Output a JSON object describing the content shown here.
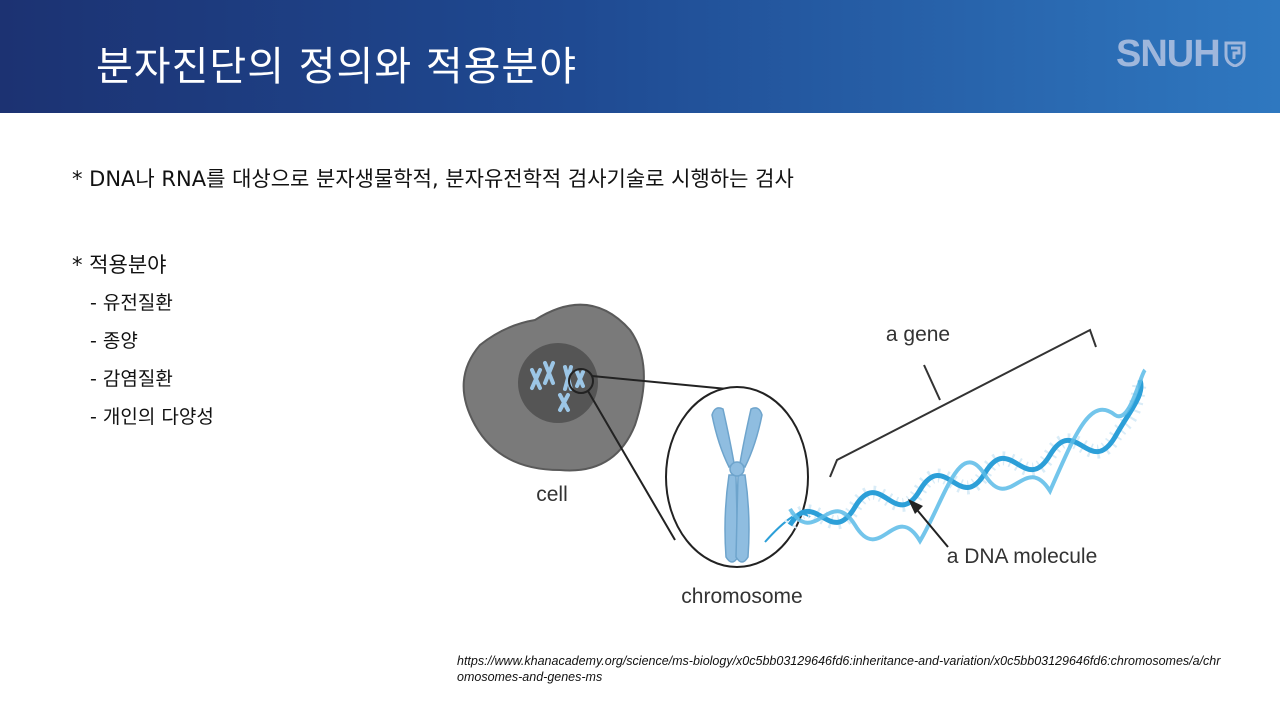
{
  "header": {
    "title": "분자진단의 정의와 적용분야",
    "logo_text": "SNUH"
  },
  "content": {
    "definition": "* DNA나 RNA를 대상으로 분자생물학적, 분자유전학적 검사기술로 시행하는 검사",
    "applications_heading": "* 적용분야",
    "applications": [
      "- 유전질환",
      "- 종양",
      "- 감염질환",
      "- 개인의 다양성"
    ]
  },
  "figure": {
    "labels": {
      "cell": "cell",
      "chromosome": "chromosome",
      "gene": "a gene",
      "dna_molecule": "a DNA molecule"
    },
    "colors": {
      "cell": "#7a7a7a",
      "nucleus": "#555555",
      "chromosome": "#8fbde0",
      "dna_strand": "#2c9fd8",
      "dna_rung": "#d9ecf7"
    }
  },
  "citation": "https://www.khanacademy.org/science/ms-biology/x0c5bb03129646fd6:inheritance-and-variation/x0c5bb03129646fd6:chromosomes/a/chromosomes-and-genes-ms"
}
